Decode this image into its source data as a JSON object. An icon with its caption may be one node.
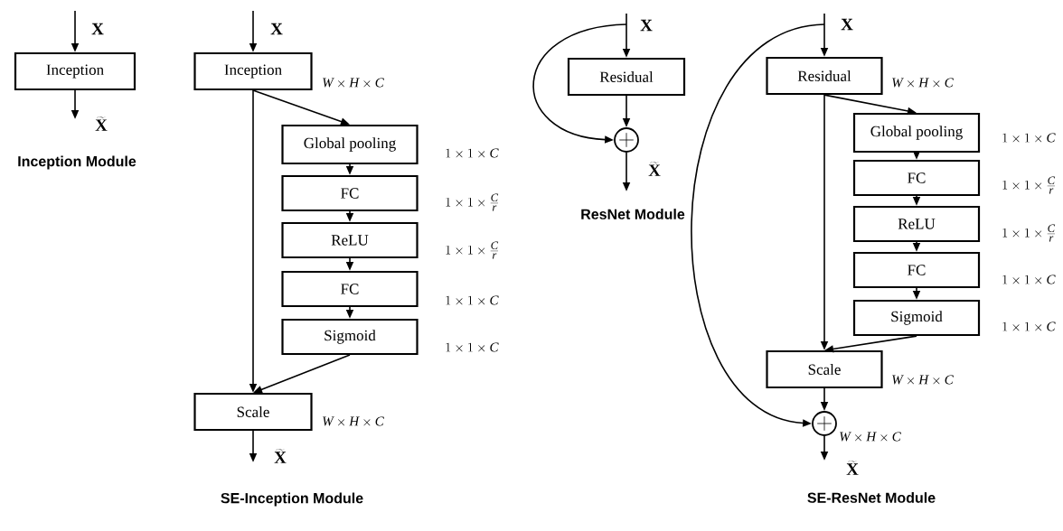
{
  "diagram": {
    "nodes": [
      {
        "text": [
          "Inception"
        ]
      },
      {
        "text": [
          "Inception"
        ],
        "beside": [
          "W\\times H\\times C"
        ]
      },
      {
        "text": [
          "Global pooling"
        ],
        "beside": [
          "1\\times 1\\times C"
        ]
      },
      {
        "text": [
          "FC"
        ],
        "beside": [
          "1\\times 1\\times \\frac{C}{r}"
        ]
      },
      {
        "text": [
          "ReLU"
        ],
        "beside": [
          "1\\times 1\\times \\frac{C}{r}"
        ]
      },
      {
        "text": [
          "FC"
        ],
        "beside": [
          "1\\times 1\\times C"
        ]
      },
      {
        "text": [
          "Sigmoid"
        ],
        "beside": [
          "1\\times 1\\times C"
        ]
      },
      {
        "text": [
          "Scale"
        ],
        "beside": [
          "W\\times H\\times C"
        ]
      },
      {
        "text": [
          "Residual"
        ]
      },
      {
        "text": [],
        "shape": "circle"
      },
      {
        "text": [
          "Residual"
        ],
        "beside": [
          "W\\times H\\times C"
        ]
      },
      {
        "text": [
          "Global pooling"
        ],
        "beside": [
          "1\\times 1\\times C"
        ]
      },
      {
        "text": [
          "FC"
        ],
        "beside": [
          "1\\times 1\\times \\frac{C}{r}"
        ]
      },
      {
        "text": [
          "ReLU"
        ],
        "beside": [
          "1\\times 1\\times \\frac{C}{r}"
        ]
      },
      {
        "text": [
          "FC"
        ],
        "beside": [
          "1\\times 1\\times C"
        ]
      },
      {
        "text": [
          "Sigmoid"
        ],
        "beside": [
          "1\\times 1\\times C"
        ]
      },
      {
        "text": [
          "Scale"
        ],
        "beside": [
          "W\\times H\\times C"
        ]
      },
      {
        "text": [],
        "shape": "circle",
        "beside": [
          "W\\times H\\times C"
        ]
      }
    ],
    "edges": [
      {
        "from": null,
        "to": 0,
        "arrow": "to"
      },
      {
        "from": 0,
        "to": null,
        "arrow": "to"
      },
      {
        "from": null,
        "to": 1,
        "arrow": "to"
      },
      {
        "from": 1,
        "to": 2,
        "arrow": "to"
      },
      {
        "from": 2,
        "to": 3,
        "arrow": "to"
      },
      {
        "from": 3,
        "to": 4,
        "arrow": "to"
      },
      {
        "from": 4,
        "to": 5,
        "arrow": "to"
      },
      {
        "from": 5,
        "to": 6,
        "arrow": "to"
      },
      {
        "from": 1,
        "to": 7,
        "arrow": "to"
      },
      {
        "from": 6,
        "to": 7,
        "arrow": "to"
      },
      {
        "from": 7,
        "to": null,
        "arrow": "to"
      },
      {
        "from": null,
        "to": 8,
        "arrow": "to"
      },
      {
        "from": 8,
        "to": 9,
        "arrow": "to"
      },
      {
        "from": null,
        "to": 9,
        "arrow": "to"
      },
      {
        "from": 9,
        "to": null,
        "arrow": "to"
      },
      {
        "from": null,
        "to": 10,
        "arrow": "to"
      },
      {
        "from": 10,
        "to": 11,
        "arrow": "to"
      },
      {
        "from": 11,
        "to": 12,
        "arrow": "to"
      },
      {
        "from": 12,
        "to": 13,
        "arrow": "to"
      },
      {
        "from": 13,
        "to": 14,
        "arrow": "to"
      },
      {
        "from": 14,
        "to": 15,
        "arrow": "to"
      },
      {
        "from": 10,
        "to": 16,
        "arrow": "to"
      },
      {
        "from": 15,
        "to": 16,
        "arrow": "to"
      },
      {
        "from": 16,
        "to": 17,
        "arrow": "to"
      },
      {
        "from": null,
        "to": 17,
        "arrow": "to"
      },
      {
        "from": 17,
        "to": null,
        "arrow": "to"
      }
    ],
    "labels": [
      "\\mathbf{X}",
      "\\widetilde{\\mathbf{X}}",
      "Inception Module",
      "\\mathbf{X}",
      "\\widetilde{\\mathbf{X}}",
      "SE-Inception Module",
      "\\mathbf{X}",
      "\\widetilde{\\mathbf{X}}",
      "ResNet Module",
      "\\mathbf{X}",
      "\\widetilde{\\mathbf{X}}",
      "SE-ResNet Module"
    ]
  }
}
